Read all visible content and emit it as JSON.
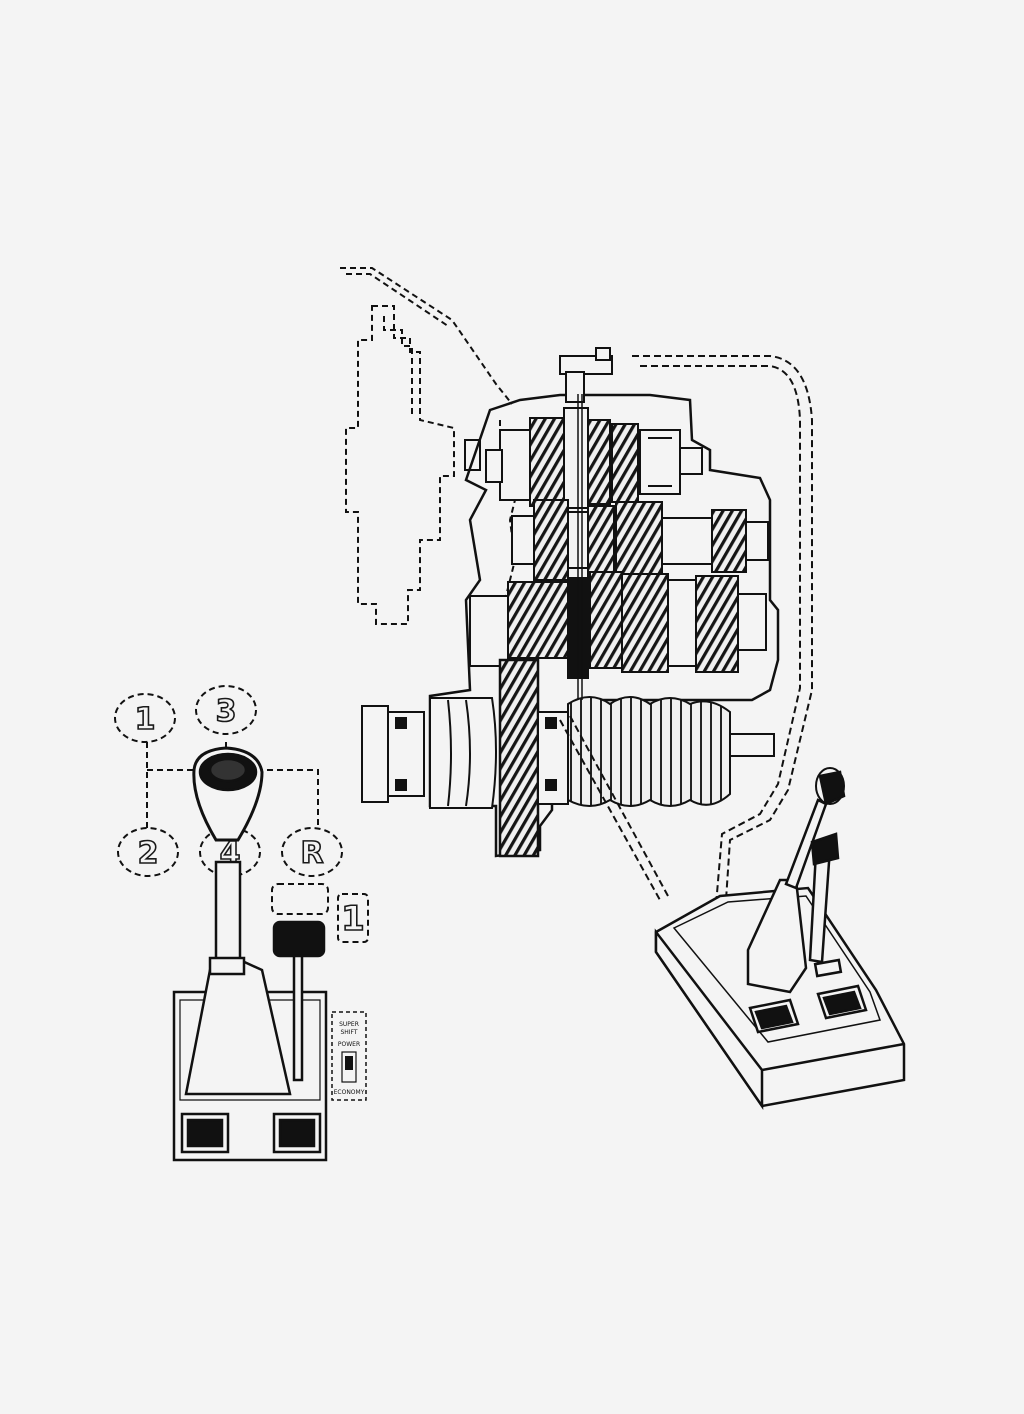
{
  "diagram": {
    "gear_labels": [
      "1",
      "2",
      "3",
      "4",
      "R"
    ],
    "overdrive_label": "1",
    "switch_panel": [
      "SUPER",
      "SHIFT",
      "POWER",
      "ECONOMY"
    ]
  },
  "colors": {
    "ink": "#111111",
    "paper": "#f4f4f4",
    "ground": "#eeeeee"
  }
}
